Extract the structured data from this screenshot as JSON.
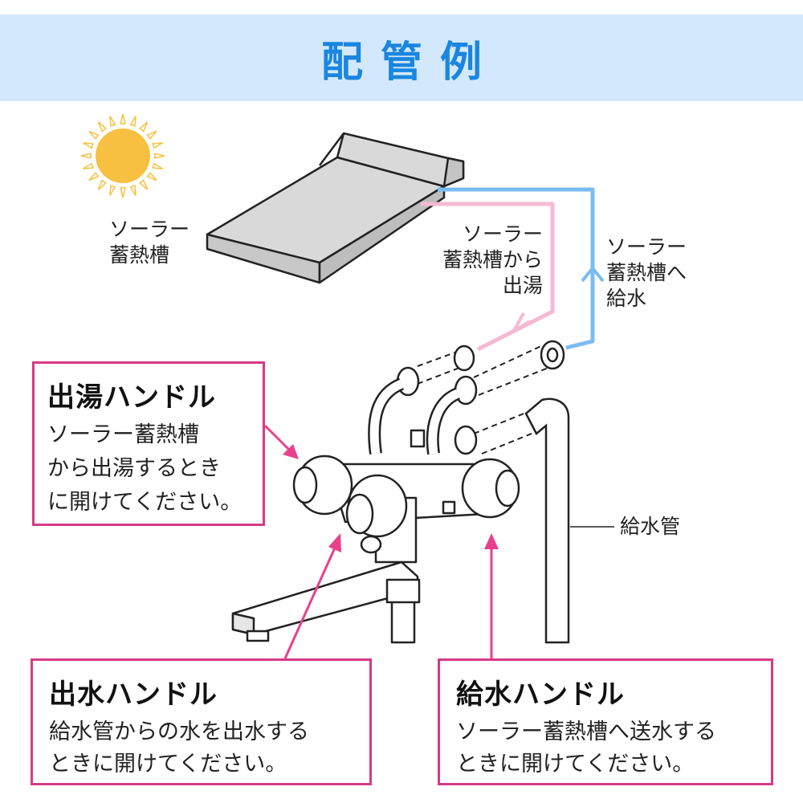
{
  "header": {
    "title": "配管例"
  },
  "labels": {
    "solar_tank": [
      "ソーラー",
      "蓄熱槽"
    ],
    "hot_from_tank": [
      "ソーラー",
      "蓄熱槽から",
      "出湯"
    ],
    "supply_to_tank": [
      "ソーラー",
      "蓄熱槽へ",
      "給水"
    ],
    "supply_pipe": "給水管"
  },
  "callouts": {
    "hot_handle": {
      "title": "出湯ハンドル",
      "lines": [
        "ソーラー蓄熱槽",
        "から出湯するとき",
        "に開けてください。"
      ]
    },
    "water_handle": {
      "title": "出水ハンドル",
      "lines": [
        "給水管からの水を出水する",
        "ときに開けてください。"
      ]
    },
    "supply_handle": {
      "title": "給水ハンドル",
      "lines": [
        "ソーラー蓄熱槽へ送水する",
        "ときに開けてください。"
      ]
    }
  },
  "colors": {
    "banner_bg": "#d3e8fb",
    "title": "#1a86e0",
    "callout_border": "#d63a86",
    "hot_pipe": "#f6b9d2",
    "supply_pipe": "#7bbcf0",
    "sun": "#f7c040",
    "tank": "#d9d9d9"
  },
  "icons": [
    "sun-icon",
    "solar-tank-icon",
    "faucet-icon"
  ]
}
